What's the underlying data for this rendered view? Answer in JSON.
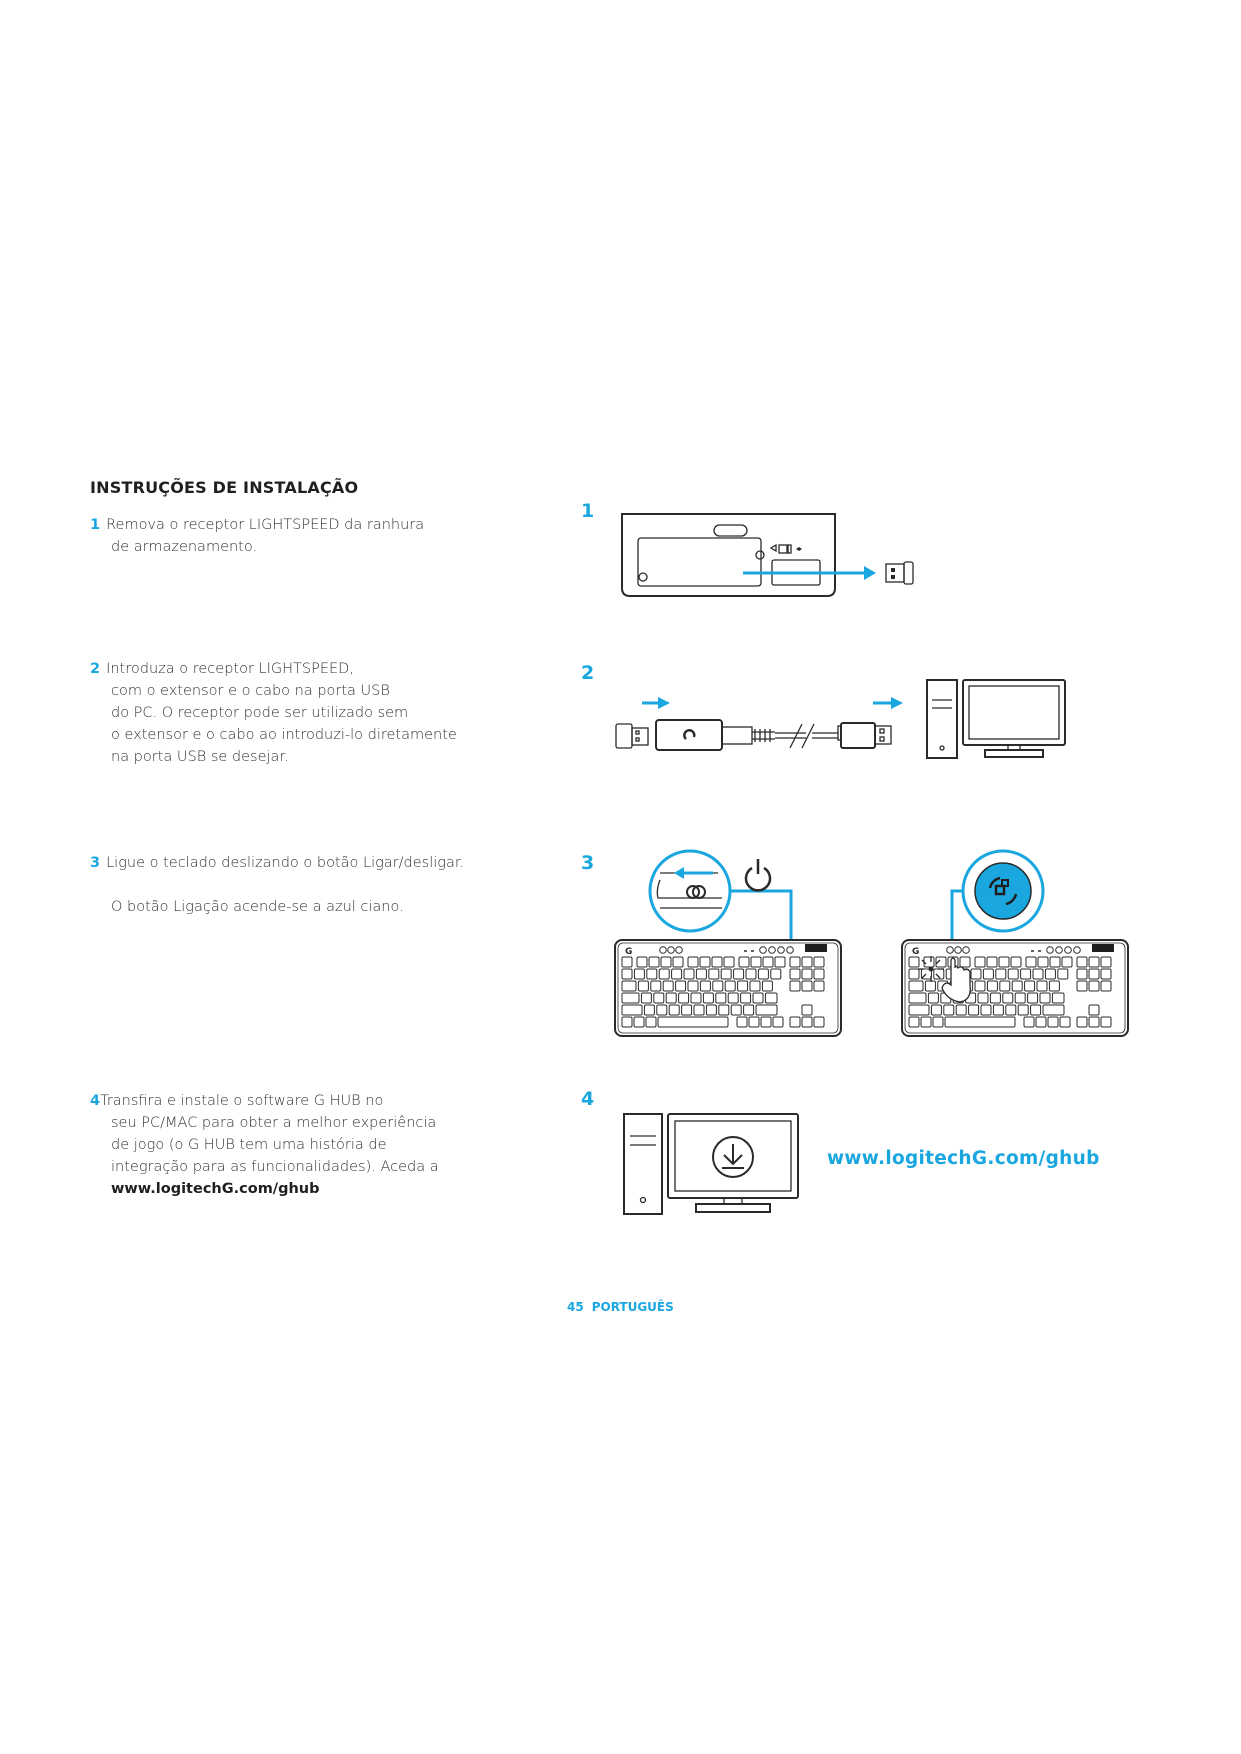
{
  "document": {
    "title": "INSTRUÇÕES DE INSTALAÇÃO",
    "accent_color": "#1aa7e0",
    "steps": [
      {
        "number": "1",
        "lines": [
          "Remova o receptor LIGHTSPEED da ranhura",
          "de armazenamento."
        ]
      },
      {
        "number": "2",
        "lines": [
          "Introduza o receptor LIGHTSPEED,",
          "com o extensor e o cabo na porta USB",
          "do PC. O receptor pode ser utilizado sem",
          "o extensor e o cabo ao introduzi-lo diretamente",
          "na porta USB se desejar."
        ]
      },
      {
        "number": "3",
        "lines": [
          "Ligue o teclado deslizando o botão Ligar/desligar.",
          "",
          "O botão Ligação acende-se a azul ciano."
        ]
      },
      {
        "number": "4",
        "lines": [
          "Transfira e instale o software G HUB no",
          "seu PC/MAC para obter a melhor experiência",
          "de jogo (o   G HUB tem uma história de",
          "integração para as funcionalidades). Aceda a"
        ],
        "link": "www.logitechG.com/ghub"
      }
    ],
    "figures": [
      {
        "number": "1",
        "icons": [
          "keyboard-storage-slot",
          "arrow-right-icon",
          "usb-receiver-icon"
        ]
      },
      {
        "number": "2",
        "icons": [
          "usb-receiver-icon",
          "extender-adapter-icon",
          "usb-cable-icon",
          "arrow-right-icon",
          "desktop-computer-icon"
        ]
      },
      {
        "number": "3",
        "icons": [
          "power-switch-callout",
          "power-icon",
          "keyboard-icon",
          "connection-button-callout",
          "press-hand-icon"
        ]
      },
      {
        "number": "4",
        "icons": [
          "desktop-computer-icon",
          "download-icon"
        ],
        "url": "www.logitechG.com/ghub"
      }
    ],
    "footer": {
      "page": "45",
      "language": "PORTUGUÊS"
    }
  }
}
